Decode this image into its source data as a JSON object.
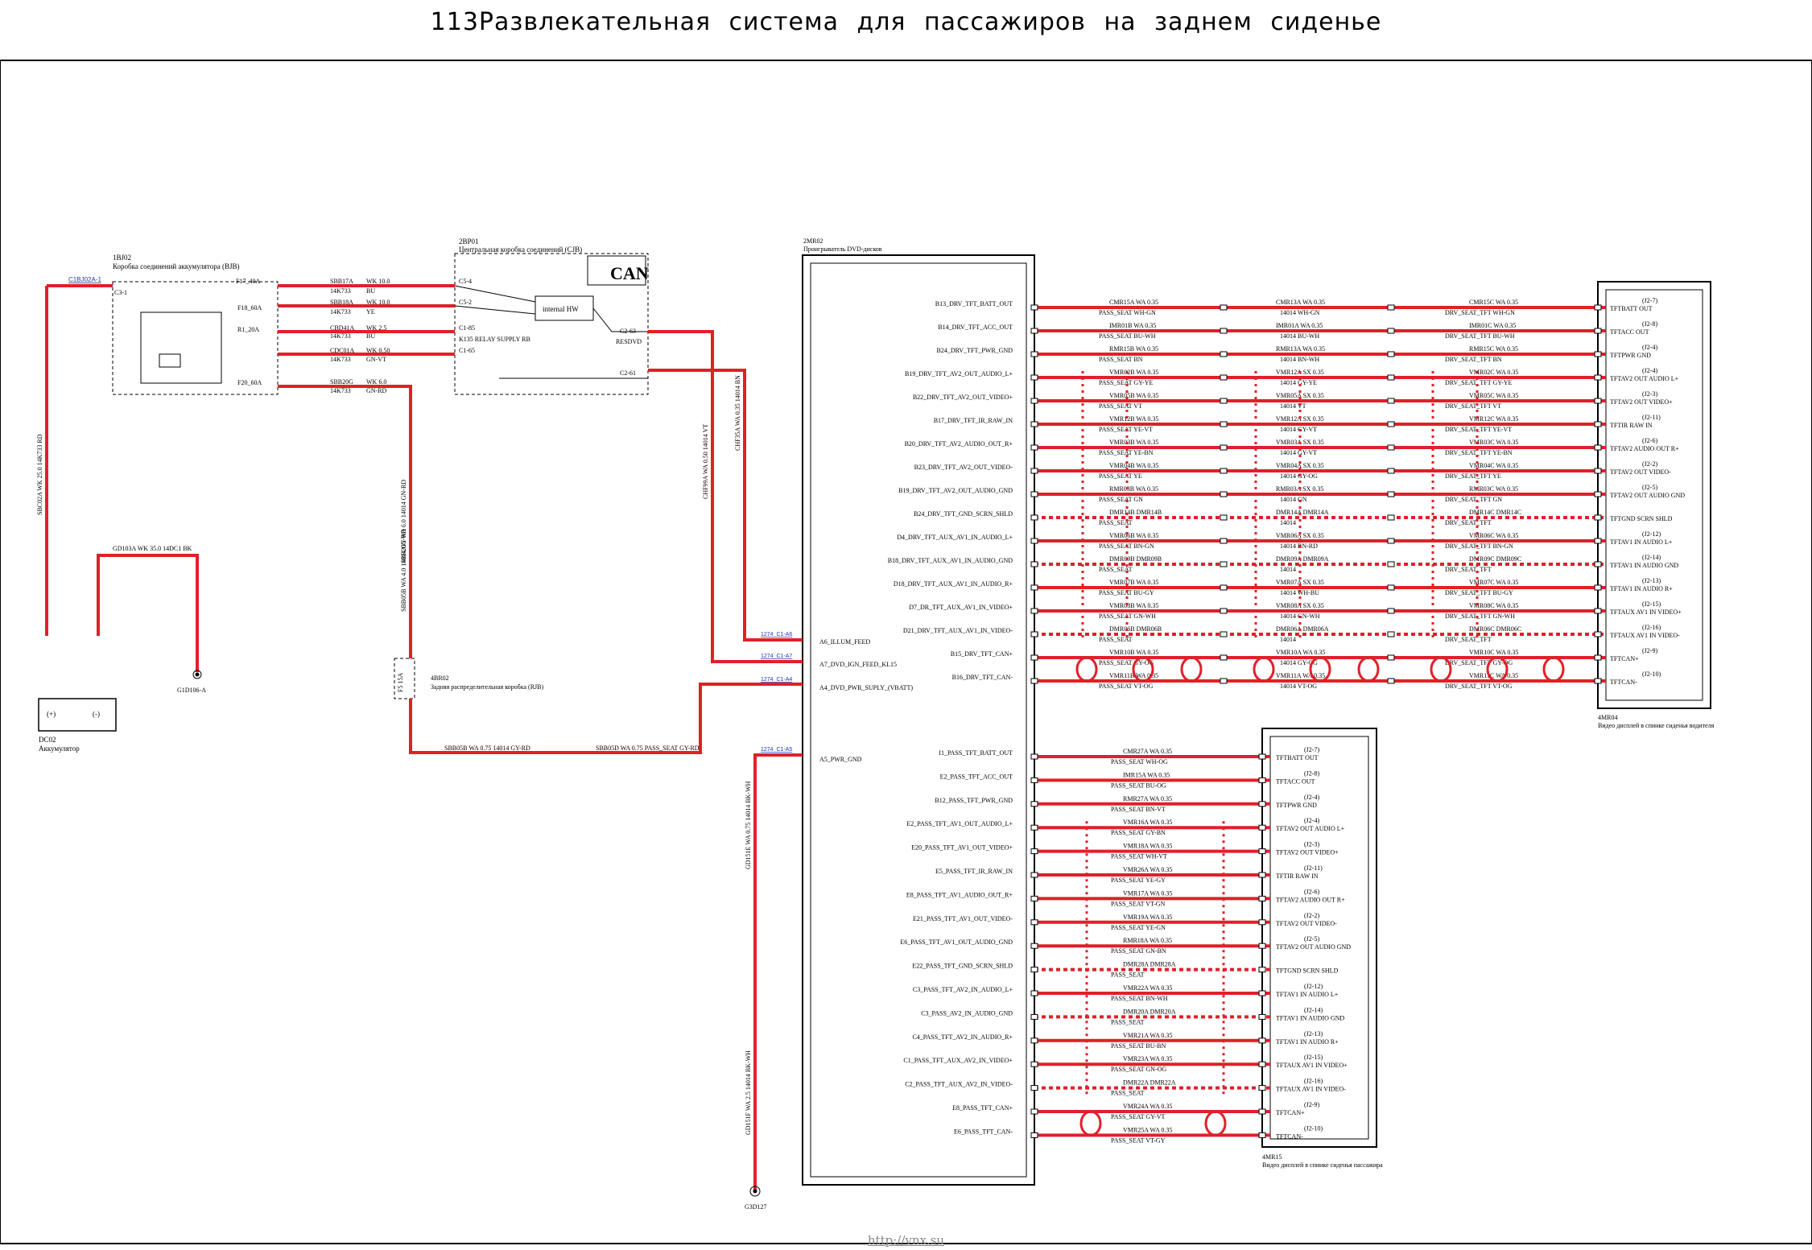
{
  "title": "113Развлекательная система для пассажиров на заднем сиденье",
  "footer_link": "http://vnx.su",
  "colors": {
    "wire": "#e0202a",
    "outline": "#000000",
    "link": "#1a3aa8",
    "shield": "#e0202a"
  },
  "bjb": {
    "code": "1BJ02",
    "name": "Коробка соединений аккумулятора (BJB)",
    "connector": "C3-1",
    "ref": "C1BJ02A-1",
    "fuses": [
      "F17_40A",
      "F18_60A",
      "R1_20A",
      "F20_60A"
    ]
  },
  "cjb": {
    "code": "2BP01",
    "name": "Центральная коробка соединений (CJB)",
    "can_label": "CAN",
    "internal": "internal HW",
    "relay": "K135 RELAY SUPPLY RB",
    "resdvd": "RESDVD",
    "pins": [
      "C5-4",
      "C5-2",
      "C1-85",
      "C1-65",
      "C2-63",
      "C2-61"
    ]
  },
  "battery": {
    "code": "DC02",
    "name": "Аккумулятор",
    "plus": "(+)",
    "minus": "(-)"
  },
  "ground_1": {
    "code": "G1D106-A",
    "wire": "GD103A WK 35.0 14DC1 BK"
  },
  "ground_2": {
    "code": "G3D127"
  },
  "rjb": {
    "code": "4BR02",
    "name": "Задняя распределительная коробка (RJB)",
    "fuse": "F5 15A"
  },
  "bjb_wires": [
    {
      "circuit": "SBB17A",
      "spec": "WK 10.0",
      "mid": "14K733",
      "color": "BU"
    },
    {
      "circuit": "SBB18A",
      "spec": "WK 10.0",
      "mid": "14K733",
      "color": "YE"
    },
    {
      "circuit": "CBD41A",
      "spec": "WK 2.5",
      "mid": "14K733",
      "color": "BU"
    },
    {
      "circuit": "CDC01A",
      "spec": "WK 0.50",
      "mid": "14K733",
      "color": "GN-VT"
    },
    {
      "circuit": "SBB20G",
      "spec": "WK 6.0",
      "mid": "14K733",
      "color": "GN-RD"
    }
  ],
  "vertical_wires": {
    "battery_feed": "SBC02A WK 25.0 14K733 RD",
    "rjb_feed": "SBB20G WA 6.0 14014 GN-RD",
    "rjb_out": "SBB05B WA 4.0 14014 GY-RD",
    "cjb_out_1": "CHF35A WA 0.35 14014 BN",
    "cjb_out_2": "CHF99A WA 0.50 14014 VT",
    "gnd_wire": "GD151E WA 0.75 14014 BK-WH",
    "gnd_wire_2": "GD151F WA 2.5 14014 BK-WH"
  },
  "rjb_bottom_wire": {
    "left": "SBB05B WA 0.75 14014 GY-RD",
    "right": "SBB05D WA 0.75 PASS_SEAT GY-RD"
  },
  "dvd": {
    "code": "2MR02",
    "name": "Проигрыватель DVD-дисков",
    "side_pins": [
      {
        "pin": "A6_ILLUM_FEED",
        "conn": "1274_C1-A6"
      },
      {
        "pin": "A7_DVD_IGN_FEED_KL15",
        "conn": "1274_C1-A7"
      },
      {
        "pin": "A4_DVD_PWR_SUPLY_(VBATT)",
        "conn": "1274_C1-A4"
      },
      {
        "pin": "A5_PWR_GND",
        "conn": "1274_C1-A5"
      }
    ]
  },
  "driver_display": {
    "code": "4MR04",
    "name": "Видео дисплей в спинке сиденья водителя"
  },
  "pass_display": {
    "code": "4MR15",
    "name": "Видео дисплей в спинке сиденья пассажира"
  },
  "driver_rows": [
    {
      "pin": "B13_DRV_TFT_BATT_OUT",
      "w1": "CMR15A WA 0.35",
      "w1b": "PASS_SEAT WH-GN",
      "w2": "CMR13A WA 0.35",
      "w2b": "14014 WH-GN",
      "w3": "CMR15C WA 0.35",
      "w3b": "DRV_SEAT_TFT WH-GN",
      "jp": "(J2-7)",
      "label": "TFTBATT OUT"
    },
    {
      "pin": "B14_DRV_TFT_ACC_OUT",
      "w1": "IMR01B WA 0.35",
      "w1b": "PASS_SEAT BU-WH",
      "w2": "IMR01A WA 0.35",
      "w2b": "14014 BU-WH",
      "w3": "IMR01C WA 0.35",
      "w3b": "DRV_SEAT_TFT BU-WH",
      "jp": "(J2-8)",
      "label": "TFTACC OUT"
    },
    {
      "pin": "B24_DRV_TFT_PWR_GND",
      "w1": "RMR15B WA 0.35",
      "w1b": "PASS_SEAT BN",
      "w2": "RMR13A WA 0.35",
      "w2b": "14014 BN-WH",
      "w3": "RMR15C WA 0.35",
      "w3b": "DRV_SEAT_TFT BN",
      "jp": "(J2-4)",
      "label": "TFTPWR GND"
    },
    {
      "pin": "B19_DRV_TFT_AV2_OUT_AUDIO_L+",
      "w1": "VMR02B WA 0.35",
      "w1b": "PASS_SEAT GY-YE",
      "w2": "VMR12A SX 0.35",
      "w2b": "14014 GY-YE",
      "w3": "VMR02C WA 0.35",
      "w3b": "DRV_SEAT_TFT GY-YE",
      "jp": "(J2-4)",
      "label": "TFTAV2 OUT AUDIO L+"
    },
    {
      "pin": "B22_DRV_TFT_AV2_OUT_VIDEO+",
      "w1": "VMR05B WA 0.35",
      "w1b": "PASS_SEAT VT",
      "w2": "VMR05A SX 0.35",
      "w2b": "14014 VT",
      "w3": "VMR05C WA 0.35",
      "w3b": "DRV_SEAT_TFT VT",
      "jp": "(J2-3)",
      "label": "TFTAV2 OUT VIDEO+"
    },
    {
      "pin": "B17_DRV_TFT_IR_RAW_IN",
      "w1": "VMR12B WA 0.35",
      "w1b": "PASS_SEAT YE-VT",
      "w2": "VMR12A SX 0.35",
      "w2b": "14014 GY-VT",
      "w3": "VMR12C WA 0.35",
      "w3b": "DRV_SEAT_TFT YE-VT",
      "jp": "(J2-11)",
      "label": "TFTIR RAW IN"
    },
    {
      "pin": "B20_DRV_TFT_AV2_AUDIO_OUT_R+",
      "w1": "VMR03B WA 0.35",
      "w1b": "PASS_SEAT YE-BN",
      "w2": "VMR03A SX 0.35",
      "w2b": "14014 GY-VT",
      "w3": "VMR03C WA 0.35",
      "w3b": "DRV_SEAT_TFT YE-BN",
      "jp": "(J2-6)",
      "label": "TFTAV2 AUDIO OUT R+"
    },
    {
      "pin": "B23_DRV_TFT_AV2_OUT_VIDEO-",
      "w1": "VMR04B WA 0.35",
      "w1b": "PASS_SEAT YE",
      "w2": "VMR04A SX 0.35",
      "w2b": "14014 GY-OG",
      "w3": "VMR04C WA 0.35",
      "w3b": "DRV_SEAT_TFT YE",
      "jp": "(J2-2)",
      "label": "TFTAV2 OUT VIDEO-"
    },
    {
      "pin": "B19_DRV_TFT_AV2_OUT_AUDIO_GND",
      "w1": "RMR03B WA 0.35",
      "w1b": "PASS_SEAT GN",
      "w2": "RMR03A SX 0.35",
      "w2b": "14014 GN",
      "w3": "RMR03C WA 0.35",
      "w3b": "DRV_SEAT_TFT GN",
      "jp": "(J2-5)",
      "label": "TFTAV2 OUT AUDIO GND"
    },
    {
      "pin": "B24_DRV_TFT_GND_SCRN_SHLD",
      "w1": "DMR14B DMR14B",
      "w1b": "PASS_SEAT",
      "w2": "DMR14A DMR14A",
      "w2b": "14014",
      "w3": "DMR14C DMR14C",
      "w3b": "DRV_SEAT_TFT",
      "jp": "",
      "label": "TFTGND SCRN SHLD"
    },
    {
      "pin": "D4_DRV_TFT_AUX_AV1_IN_AUDIO_L+",
      "w1": "VMR06B WA 0.35",
      "w1b": "PASS_SEAT BN-GN",
      "w2": "VMR06A SX 0.35",
      "w2b": "14014 BN-RD",
      "w3": "VMR06C WA 0.35",
      "w3b": "DRV_SEAT_TFT BN-GN",
      "jp": "(J2-12)",
      "label": "TFTAV1 IN AUDIO L+"
    },
    {
      "pin": "B18_DRV_TFT_AUX_AV1_IN_AUDIO_GND",
      "w1": "DMR09B DMR09B",
      "w1b": "PASS_SEAT",
      "w2": "DMR09A DMR09A",
      "w2b": "14014",
      "w3": "DMR09C DMR09C",
      "w3b": "DRV_SEAT_TFT",
      "jp": "(J2-14)",
      "label": "TFTAV1 IN AUDIO GND"
    },
    {
      "pin": "D18_DRV_TFT_AUX_AV1_IN_AUDIO_R+",
      "w1": "VMR07B WA 0.35",
      "w1b": "PASS_SEAT BU-GY",
      "w2": "VMR07A SX 0.35",
      "w2b": "14014 WH-BU",
      "w3": "VMR07C WA 0.35",
      "w3b": "DRV_SEAT_TFT BU-GY",
      "jp": "(J2-13)",
      "label": "TFTAV1 IN AUDIO R+"
    },
    {
      "pin": "D7_DR_TFT_AUX_AV1_IN_VIDEO+",
      "w1": "VMR08B WA 0.35",
      "w1b": "PASS_SEAT GN-WH",
      "w2": "VMR08A SX 0.35",
      "w2b": "14014 GN-WH",
      "w3": "VMR08C WA 0.35",
      "w3b": "DRV_SEAT_TFT GN-WH",
      "jp": "(J2-15)",
      "label": "TFTAUX AV1 IN VIDEO+"
    },
    {
      "pin": "D21_DRV_TFT_AUX_AV1_IN_VIDEO-",
      "w1": "DMR06B DMR06B",
      "w1b": "PASS_SEAT",
      "w2": "DMR06A DMR06A",
      "w2b": "14014",
      "w3": "DMR06C DMR06C",
      "w3b": "DRV_SEAT_TFT",
      "jp": "(J2-16)",
      "label": "TFTAUX AV1 IN VIDEO-"
    },
    {
      "pin": "B15_DRV_TFT_CAN+",
      "w1": "VMR10B WA 0.35",
      "w1b": "PASS_SEAT GY-OG",
      "w2": "VMR10A WA 0.35",
      "w2b": "14014 GY-OG",
      "w3": "VMR10C WA 0.35",
      "w3b": "DRV_SEAT_TFT GY-OG",
      "jp": "(J2-9)",
      "label": "TFTCAN+"
    },
    {
      "pin": "B16_DRV_TFT_CAN-",
      "w1": "VMR11B WA 0.35",
      "w1b": "PASS_SEAT VT-OG",
      "w2": "VMR11A WA 0.35",
      "w2b": "14014 VT-OG",
      "w3": "VMR11C WA 0.35",
      "w3b": "DRV_SEAT_TFT VT-OG",
      "jp": "(J2-10)",
      "label": "TFTCAN-"
    }
  ],
  "pass_rows": [
    {
      "pin": "I1_PASS_TFT_BATT_OUT",
      "w": "CMR27A WA 0.35",
      "wb": "PASS_SEAT WH-OG",
      "jp": "(J2-7)",
      "label": "TFTBATT OUT"
    },
    {
      "pin": "E2_PASS_TFT_ACC_OUT",
      "w": "IMR15A WA 0.35",
      "wb": "PASS_SEAT BU-OG",
      "jp": "(J2-8)",
      "label": "TFTACC OUT"
    },
    {
      "pin": "B12_PASS_TFT_PWR_GND",
      "w": "RMR27A WA 0.35",
      "wb": "PASS_SEAT BN-VT",
      "jp": "(J2-4)",
      "label": "TFTPWR GND"
    },
    {
      "pin": "E2_PASS_TFT_AV1_OUT_AUDIO_L+",
      "w": "VMR16A WA 0.35",
      "wb": "PASS_SEAT GY-BN",
      "jp": "(J2-4)",
      "label": "TFTAV2 OUT AUDIO L+"
    },
    {
      "pin": "E20_PASS_TFT_AV1_OUT_VIDEO+",
      "w": "VMR18A WA 0.35",
      "wb": "PASS_SEAT WH-VT",
      "jp": "(J2-3)",
      "label": "TFTAV2 OUT VIDEO+"
    },
    {
      "pin": "E5_PASS_TFT_IR_RAW_IN",
      "w": "VMR26A WA 0.35",
      "wb": "PASS_SEAT YE-GY",
      "jp": "(J2-11)",
      "label": "TFTIR RAW IN"
    },
    {
      "pin": "E8_PASS_TFT_AV1_AUDIO_OUT_R+",
      "w": "VMR17A WA 0.35",
      "wb": "PASS_SEAT VT-GN",
      "jp": "(J2-6)",
      "label": "TFTAV2 AUDIO OUT R+"
    },
    {
      "pin": "E21_PASS_TFT_AV1_OUT_VIDEO-",
      "w": "VMR19A WA 0.35",
      "wb": "PASS_SEAT YE-GN",
      "jp": "(J2-2)",
      "label": "TFTAV2 OUT VIDEO-"
    },
    {
      "pin": "E6_PASS_TFT_AV1_OUT_AUDIO_GND",
      "w": "RMR18A WA 0.35",
      "wb": "PASS_SEAT GN-BN",
      "jp": "(J2-5)",
      "label": "TFTAV2 OUT AUDIO GND"
    },
    {
      "pin": "E22_PASS_TFT_GND_SCRN_SHLD",
      "w": "DMR28A DMR28A",
      "wb": "PASS_SEAT",
      "jp": "",
      "label": "TFTGND SCRN SHLD"
    },
    {
      "pin": "C3_PASS_TFT_AV2_IN_AUDIO_L+",
      "w": "VMR22A WA 0.35",
      "wb": "PASS_SEAT BN-WH",
      "jp": "(J2-12)",
      "label": "TFTAV1 IN AUDIO L+"
    },
    {
      "pin": "C3_PASS_AV2_IN_AUDIO_GND",
      "w": "DMR20A DMR20A",
      "wb": "PASS_SEAT",
      "jp": "(J2-14)",
      "label": "TFTAV1 IN AUDIO GND"
    },
    {
      "pin": "C4_PASS_TFT_AV2_IN_AUDIO_R+",
      "w": "VMR21A WA 0.35",
      "wb": "PASS_SEAT BU-BN",
      "jp": "(J2-13)",
      "label": "TFTAV1 IN AUDIO R+"
    },
    {
      "pin": "C1_PASS_TFT_AUX_AV2_IN_VIDEO+",
      "w": "VMR23A WA 0.35",
      "wb": "PASS_SEAT GN-OG",
      "jp": "(J2-15)",
      "label": "TFTAUX AV1 IN VIDEO+"
    },
    {
      "pin": "C2_PASS_TFT_AUX_AV2_IN_VIDEO-",
      "w": "DMR22A DMR22A",
      "wb": "PASS_SEAT",
      "jp": "(J2-16)",
      "label": "TFTAUX AV1 IN VIDEO-"
    },
    {
      "pin": "E8_PASS_TFT_CAN+",
      "w": "VMR24A WA 0.35",
      "wb": "PASS_SEAT GY-VT",
      "jp": "(J2-9)",
      "label": "TFTCAN+"
    },
    {
      "pin": "E6_PASS_TFT_CAN-",
      "w": "VMR25A WA 0.35",
      "wb": "PASS_SEAT VT-GY",
      "jp": "(J2-10)",
      "label": "TFTCAN-"
    }
  ]
}
